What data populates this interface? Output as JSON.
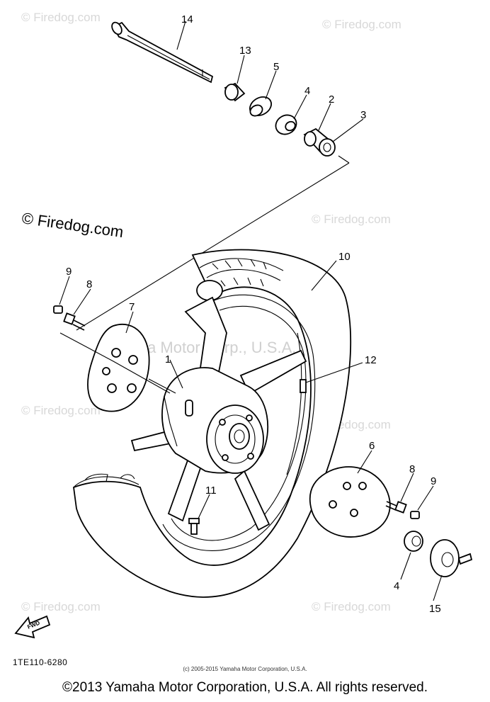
{
  "diagram": {
    "callouts": [
      "14",
      "13",
      "5",
      "4",
      "2",
      "3",
      "10",
      "9",
      "8",
      "7",
      "12",
      "1",
      "11",
      "6",
      "8",
      "9",
      "4",
      "15"
    ],
    "fwd_label": "FWD",
    "watermark_brand": "© Firedog.com",
    "watermark_small": "© Firedog.com",
    "watermark_center": "Yamaha Motor Corp., U.S.A."
  },
  "part_code": "1TE110-6280",
  "small_copyright": "(c) 2005-2015 Yamaha Motor Corporation, U.S.A.",
  "footer_copyright": "©2013 Yamaha Motor Corporation, U.S.A. All rights reserved."
}
